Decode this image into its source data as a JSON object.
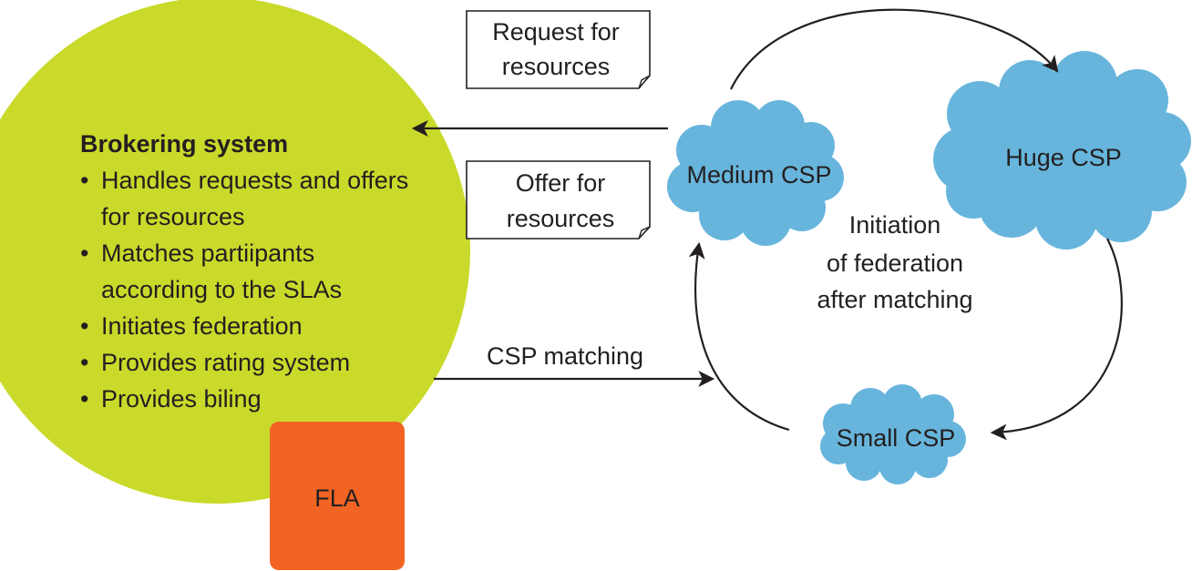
{
  "colors": {
    "broker_circle": "#c9da2a",
    "fla_box": "#f26424",
    "cloud": "#67b5dc",
    "text": "#231f20",
    "line": "#231f20"
  },
  "broker": {
    "title": "Brokering system",
    "bullet": "•",
    "items": [
      [
        "Handles requests and offers",
        "for resources"
      ],
      [
        "Matches partiipants",
        "according to the SLAs"
      ],
      [
        "Initiates federation"
      ],
      [
        "Provides rating system"
      ],
      [
        "Provides biling"
      ]
    ]
  },
  "fla": {
    "label": "FLA"
  },
  "notes": {
    "request": [
      "Request for",
      "resources"
    ],
    "offer": [
      "Offer for",
      "resources"
    ]
  },
  "arrows": {
    "csp_matching": "CSP matching"
  },
  "clouds": {
    "medium": "Medium CSP",
    "huge": "Huge CSP",
    "small": "Small CSP"
  },
  "federation_label": [
    "Initiation",
    "of federation",
    "after matching"
  ]
}
